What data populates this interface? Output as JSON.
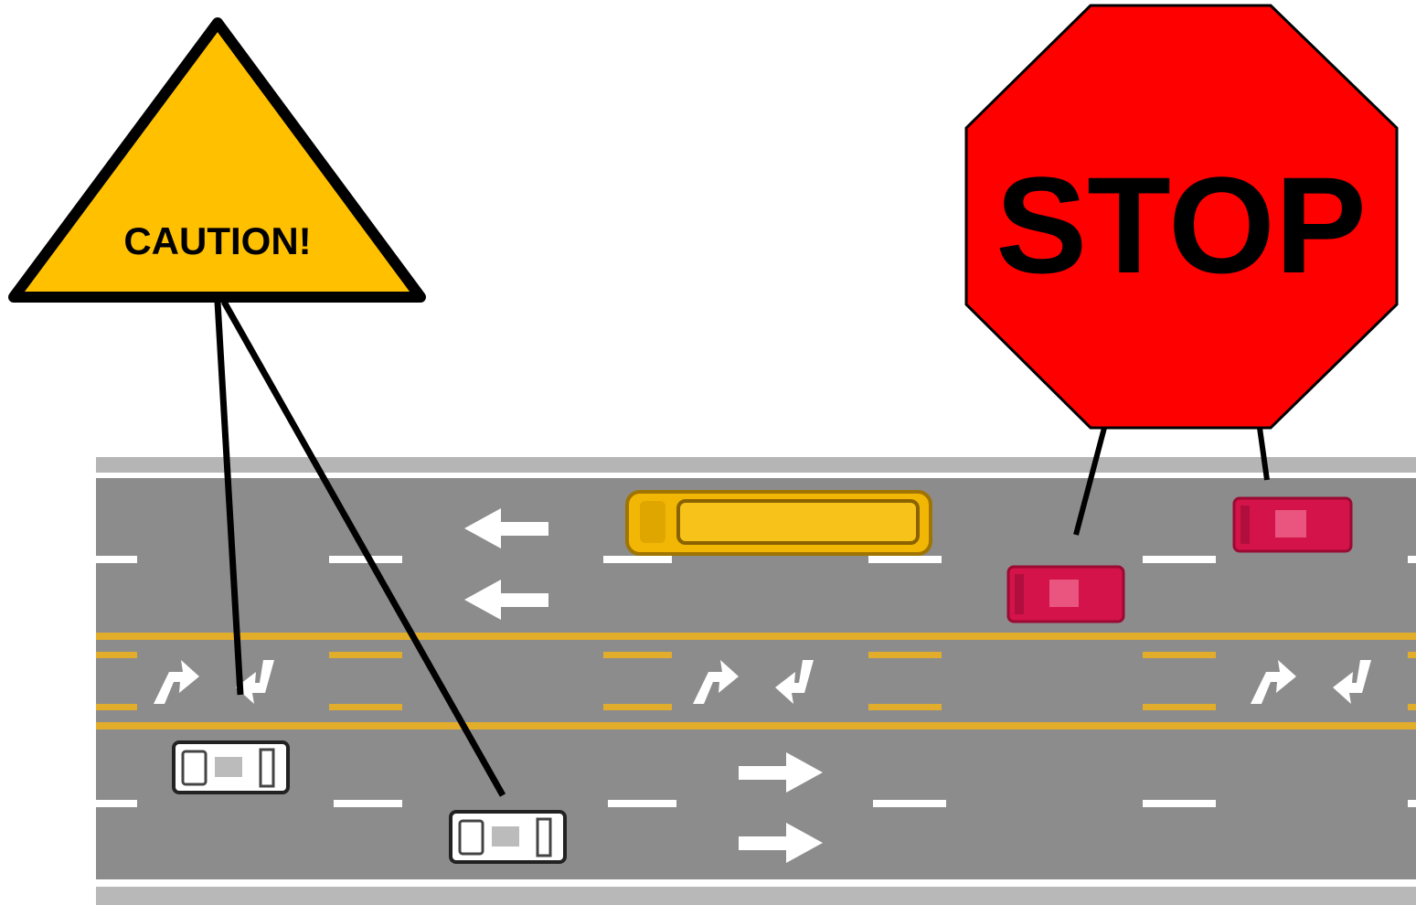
{
  "signs": {
    "caution": {
      "label": "CAUTION!",
      "fill": "#FFC000",
      "stroke": "#000000"
    },
    "stop": {
      "label": "STOP",
      "fill": "#FF0000",
      "stroke": "#000000",
      "text_color": "#000000"
    }
  },
  "road": {
    "asphalt": "#8c8c8c",
    "edge_line": "#ffffff",
    "center_line": "#e3ad2c",
    "lane_dash": "#ffffff"
  },
  "vehicles": {
    "bus": {
      "type": "school-bus",
      "color": "#f2b705"
    },
    "red_cars": {
      "color": "#d4134a",
      "count": 2
    },
    "white_cars": {
      "color": "#ffffff",
      "count": 2
    }
  }
}
